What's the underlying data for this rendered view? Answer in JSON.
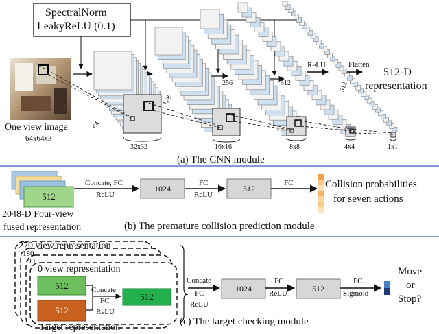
{
  "cnn": {
    "legend_line1": "SpectralNorm",
    "legend_line2": "LeakyReLU (0.1)",
    "input_title": "One view image",
    "input_size": "64x64x3",
    "dims": [
      "32x32",
      "16x16",
      "8x8",
      "4x4",
      "1x1"
    ],
    "channels": [
      "64",
      "128",
      "256",
      "512",
      "512"
    ],
    "relu": "ReLU",
    "flatten": "Flatten",
    "output_line1": "512-D",
    "output_line2": "representation",
    "caption": "(a) The CNN module"
  },
  "collision": {
    "input_value": "512",
    "input_label_line1": "2048-D Four-view",
    "input_label_line2": "fused representation",
    "edge1_line1": "Concate, FC",
    "edge1_line2": "ReLU",
    "box1": "1024",
    "edge2_line1": "FC",
    "edge2_line2": "ReLU",
    "box2": "512",
    "edge3": "FC",
    "output_line1": "Collision probabilities",
    "output_line2": "for seven actions",
    "caption": "(b) The premature collision prediction module",
    "prob_colors": [
      "#f4a24a",
      "#f8c98a",
      "#fbe0b4",
      "#f6b36a",
      "#fad6a2",
      "#f9c98c",
      "#fbe4bd"
    ]
  },
  "target": {
    "view_labels": [
      "270 view representation",
      "180",
      "90",
      "0 view representation"
    ],
    "view_value": "512",
    "target_value": "512",
    "target_label": "Target representation",
    "inner_edge_line1": "Concate",
    "inner_edge_line2": "FC",
    "inner_edge_line3": "ReLU",
    "fused_value": "512",
    "edge1_line1": "Concate",
    "edge1_line2": "FC",
    "edge1_line3": "ReLU",
    "box1": "1024",
    "edge2_line1": "FC",
    "edge2_line2": "ReLU",
    "box2": "512",
    "edge3_line1": "FC",
    "edge3_line2": "Sigmoid",
    "output_line1": "Move",
    "output_line2": "or",
    "output_line3": "Stop?",
    "caption": "(c) The target checking module",
    "colors": {
      "green": "#5cb85c",
      "bright_green": "#22b14c",
      "orange": "#c8621c",
      "dark_blue": "#1f3b73",
      "mid_blue": "#4a7fc1"
    }
  }
}
